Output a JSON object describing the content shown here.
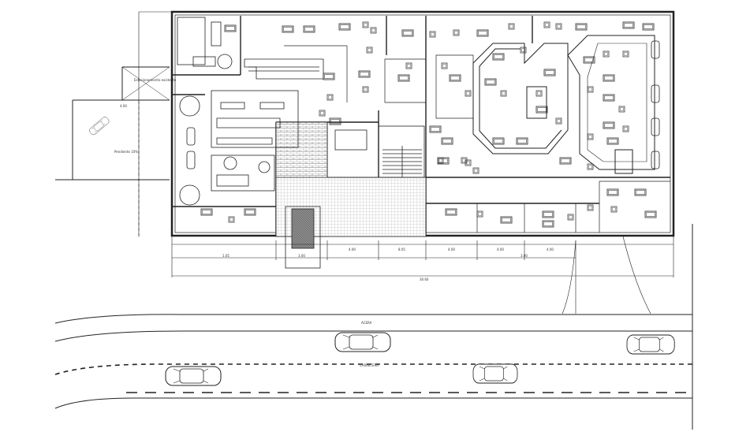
{
  "drawing": {
    "street_labels": {
      "sidewalk": "ACERA",
      "road": "CARRETERA"
    },
    "parking_labels": {
      "ramp_note": "Pendiente 10%",
      "parking_note": "Estacionamiento\nexistente"
    },
    "dimension_labels": {
      "top_left": "4.00",
      "bottom_row": [
        "1.05",
        "3.00",
        "4.00",
        "8.05",
        "4.00",
        "4.00",
        "3.00",
        "4.00"
      ],
      "bottom_total": "30.60"
    },
    "colors": {
      "line": "#222222",
      "hatch": "#555555",
      "paving": "#999999",
      "background": "#ffffff"
    }
  }
}
